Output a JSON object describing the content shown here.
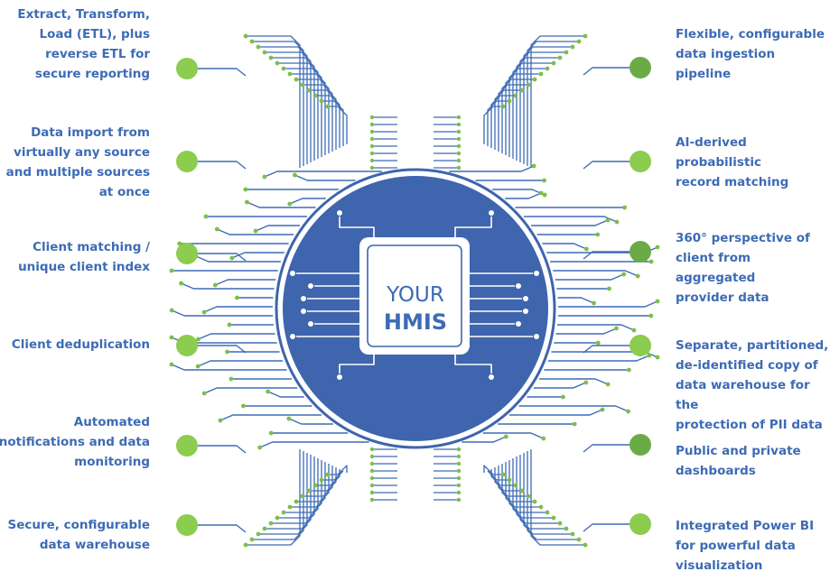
{
  "center": {
    "line1": "YOUR",
    "line2": "HMIS"
  },
  "colors": {
    "brand_blue": "#3d6bb5",
    "circle_fill": "#3e65ad",
    "node_light_green": "#8ccc4e",
    "node_dark_green": "#6aab45",
    "dot_green": "#7cbf48",
    "text_blue": "#3d6bb5"
  },
  "features_left": [
    {
      "lines": [
        "Extract, Transform,",
        "Load (ETL), plus",
        "reverse ETL for",
        "secure reporting"
      ]
    },
    {
      "lines": [
        "Data import from",
        "virtually any source",
        "and multiple sources",
        "at once"
      ]
    },
    {
      "lines": [
        "Client matching /",
        "unique client index"
      ]
    },
    {
      "lines": [
        "Client deduplication"
      ]
    },
    {
      "lines": [
        "Automated",
        "notifications and data",
        "monitoring"
      ]
    },
    {
      "lines": [
        "Secure, configurable",
        "data warehouse"
      ]
    }
  ],
  "features_right": [
    {
      "lines": [
        "Flexible, configurable",
        "data ingestion",
        "pipeline"
      ]
    },
    {
      "lines": [
        "AI-derived",
        "probabilistic",
        "record matching"
      ]
    },
    {
      "lines": [
        "360° perspective of",
        "client from aggregated",
        "provider data"
      ]
    },
    {
      "lines": [
        "Separate, partitioned,",
        "de-identified copy of",
        "data warehouse for the",
        "protection of PII data"
      ]
    },
    {
      "lines": [
        "Public and private",
        "dashboards"
      ]
    },
    {
      "lines": [
        "Integrated Power BI",
        "for powerful data",
        "visualization"
      ]
    }
  ]
}
